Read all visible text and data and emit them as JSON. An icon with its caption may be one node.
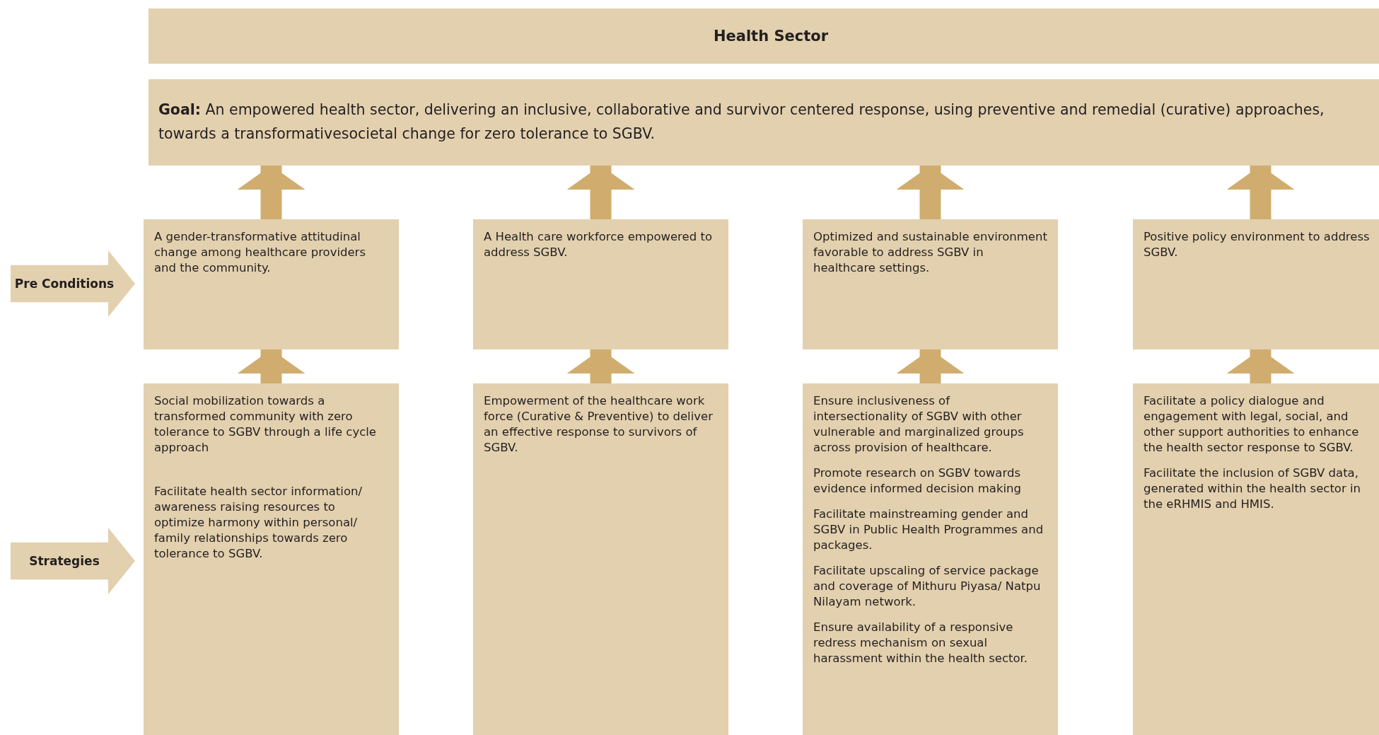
{
  "diagram": {
    "nodes": [
      {
        "text": [
          "Health Sector"
        ]
      },
      {
        "text": [
          "**Goal:** An empowered health sector, delivering an inclusive, collaborative and survivor centered response, using preventive and remedial (curative) approaches, towards a transformativesocietal change for zero tolerance to SGBV."
        ]
      },
      {
        "text": [
          "Pre Conditions"
        ]
      },
      {
        "text": [
          "A gender-transformative attitudinal change among healthcare providers and  the community."
        ]
      },
      {
        "text": [
          "A Health care workforce empowered to address SGBV."
        ]
      },
      {
        "text": [
          "Optimized and sustainable environment favorable to address SGBV in healthcare settings."
        ]
      },
      {
        "text": [
          "Positive policy environment to address SGBV."
        ]
      },
      {
        "text": [
          "Strategies"
        ]
      },
      {
        "text": [
          "Social mobilization towards a transformed community with zero tolerance to SGBV through a life cycle approach",
          "Facilitate health sector information/ awareness raising resources to optimize harmony within personal/ family  relationships towards zero tolerance to SGBV."
        ]
      },
      {
        "text": [
          "Empowerment of the healthcare work force (Curative & Preventive) to deliver an effective response to survivors of SGBV."
        ]
      },
      {
        "text": [
          "Ensure inclusiveness of intersectionality of SGBV with other vulnerable and marginalized groups across provision of healthcare.",
          "Promote research  on  SGBV towards evidence  informed decision making",
          "Facilitate mainstreaming gender and SGBV in Public Health Programmes and packages.",
          "Facilitate upscaling of service package and coverage of Mithuru Piyasa/ Natpu Nilayam network.",
          "Ensure availability of a responsive redress mechanism on sexual harassment within the health sector."
        ]
      },
      {
        "text": [
          "Facilitate a policy dialogue and engagement with legal, social, and other support authorities to enhance the health sector response  to SGBV.",
          "Facilitate the inclusion of SGBV data, generated within the health sector in the eRHMIS and HMIS."
        ]
      }
    ],
    "edges": [
      {
        "from": 3,
        "to": 1,
        "arrow": "to"
      },
      {
        "from": 4,
        "to": 1,
        "arrow": "to"
      },
      {
        "from": 5,
        "to": 1,
        "arrow": "to"
      },
      {
        "from": 6,
        "to": 1,
        "arrow": "to"
      },
      {
        "from": 8,
        "to": 3,
        "arrow": "to"
      },
      {
        "from": 9,
        "to": 4,
        "arrow": "to"
      },
      {
        "from": 10,
        "to": 5,
        "arrow": "to"
      },
      {
        "from": 11,
        "to": 6,
        "arrow": "to"
      }
    ]
  }
}
